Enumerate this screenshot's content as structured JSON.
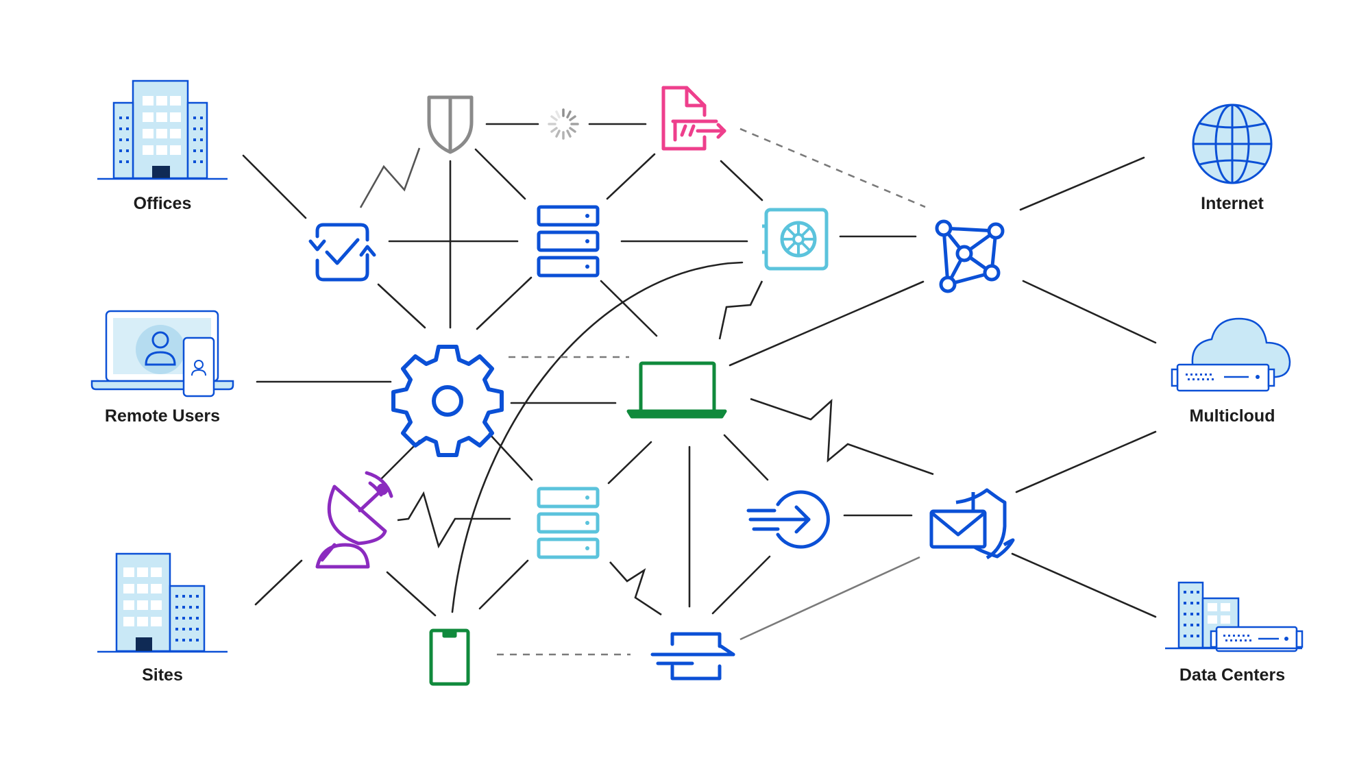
{
  "labels": {
    "offices": "Offices",
    "remote_users": "Remote Users",
    "sites": "Sites",
    "internet": "Internet",
    "multicloud": "Multicloud",
    "data_centers": "Data Centers"
  },
  "colors": {
    "blue": "#0b50d6",
    "light_blue": "#c9e8f6",
    "cyan": "#5bc3dc",
    "green": "#108a3c",
    "pink": "#ee3f8c",
    "purple": "#8b2bbf",
    "gray": "#8a8a8a",
    "navy": "#0f2a55",
    "line": "#222222"
  }
}
